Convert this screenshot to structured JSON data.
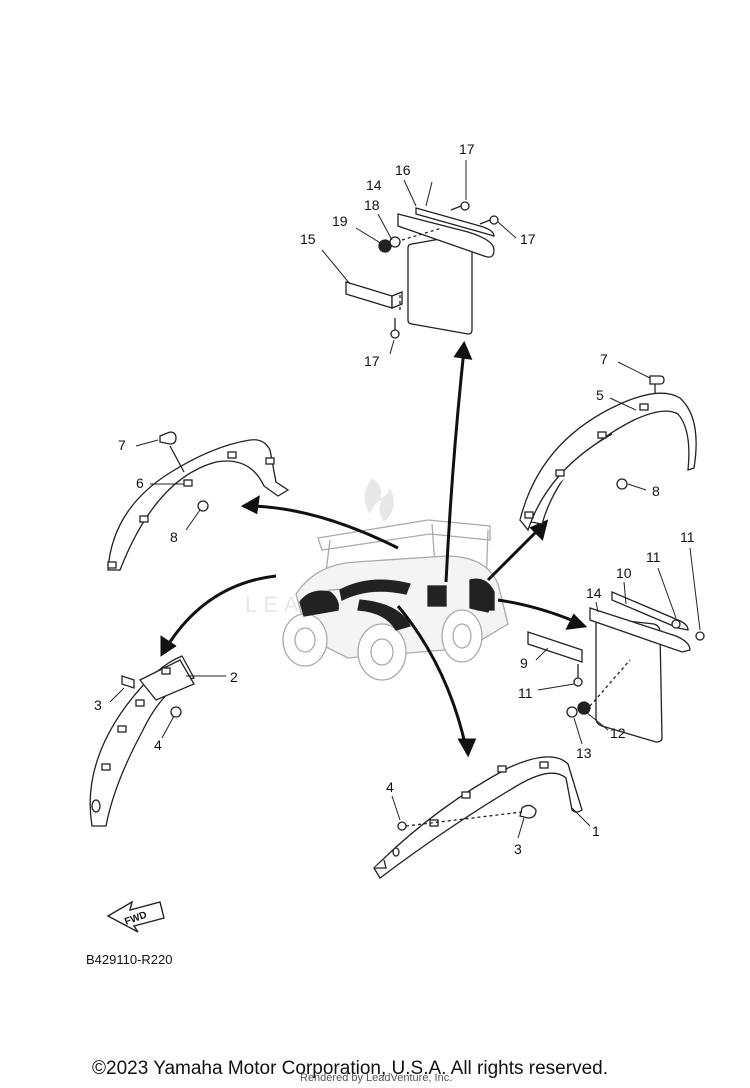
{
  "diagram": {
    "reference_code": "B429110-R220",
    "direction_label": "FWD",
    "watermark_text": "LEADVENTURE",
    "callouts": [
      {
        "id": "c17a",
        "label": "17"
      },
      {
        "id": "c16",
        "label": "16"
      },
      {
        "id": "c14a",
        "label": "14"
      },
      {
        "id": "c18",
        "label": "18"
      },
      {
        "id": "c19",
        "label": "19"
      },
      {
        "id": "c17b",
        "label": "17"
      },
      {
        "id": "c15",
        "label": "15"
      },
      {
        "id": "c17c",
        "label": "17"
      },
      {
        "id": "c7a",
        "label": "7"
      },
      {
        "id": "c5",
        "label": "5"
      },
      {
        "id": "c8a",
        "label": "8"
      },
      {
        "id": "c7b",
        "label": "7"
      },
      {
        "id": "c6",
        "label": "6"
      },
      {
        "id": "c8b",
        "label": "8"
      },
      {
        "id": "c11a",
        "label": "11"
      },
      {
        "id": "c11b",
        "label": "11"
      },
      {
        "id": "c10",
        "label": "10"
      },
      {
        "id": "c14b",
        "label": "14"
      },
      {
        "id": "c9",
        "label": "9"
      },
      {
        "id": "c11c",
        "label": "11"
      },
      {
        "id": "c12",
        "label": "12"
      },
      {
        "id": "c13",
        "label": "13"
      },
      {
        "id": "c2",
        "label": "2"
      },
      {
        "id": "c3a",
        "label": "3"
      },
      {
        "id": "c4a",
        "label": "4"
      },
      {
        "id": "c4b",
        "label": "4"
      },
      {
        "id": "c1",
        "label": "1"
      },
      {
        "id": "c3b",
        "label": "3"
      }
    ]
  },
  "footer": {
    "copyright": "©2023 Yamaha Motor Corporation, U.S.A. All rights reserved.",
    "rendered_by": "Rendered by LeadVenture, Inc."
  }
}
